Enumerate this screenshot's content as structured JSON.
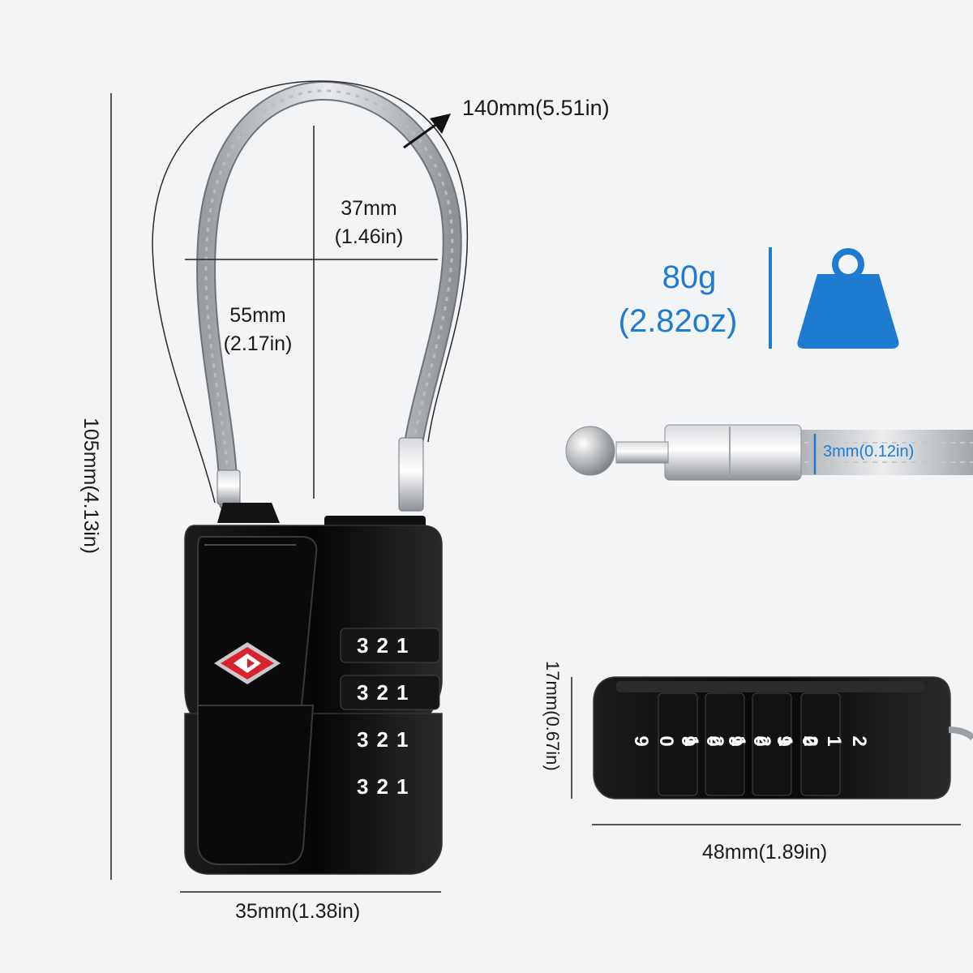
{
  "dimensions": {
    "cable_circumference": "140mm(5.51in)",
    "inner_height_value": "37mm",
    "inner_height_inch": "(1.46in)",
    "inner_width_value": "55mm",
    "inner_width_inch": "(2.17in)",
    "total_height": "105mm(4.13in)",
    "body_width": "35mm(1.38in)",
    "cable_diameter": "3mm(0.12in)",
    "body_thickness": "17mm(0.67in)",
    "body_length": "48mm(1.89in)"
  },
  "weight": {
    "grams": "80g",
    "ounces": "(2.82oz)"
  },
  "dials": {
    "front_row": [
      "3",
      "2",
      "1"
    ],
    "side_row_top": [
      "2",
      "1",
      "0",
      "9"
    ]
  },
  "colors": {
    "accent": "#1f7bd0",
    "lock_body": "#0b0b0b",
    "tsa_red": "#d8222f"
  },
  "icons": [
    "weight-icon",
    "tsa-diamond-icon",
    "arrow-icon"
  ]
}
